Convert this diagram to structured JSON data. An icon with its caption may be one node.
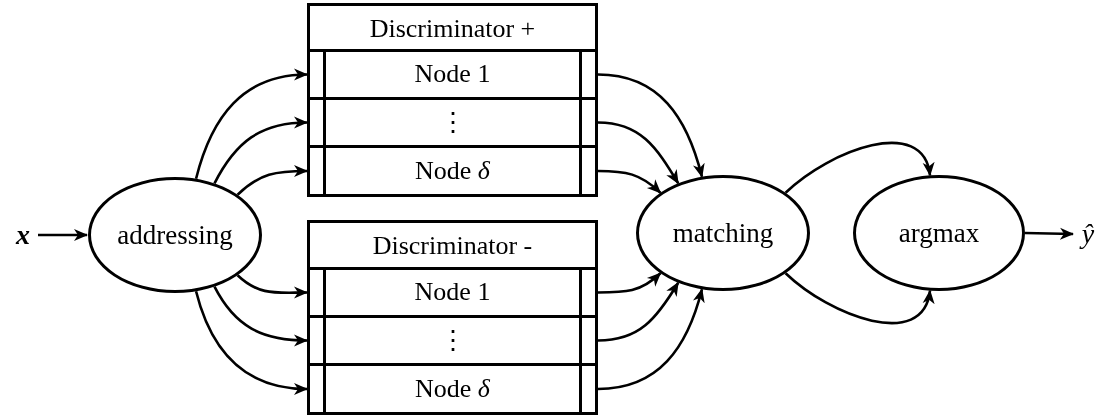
{
  "diagram": {
    "nodes": [
      {
        "text": [
          "x"
        ]
      },
      {
        "text": [
          "addressing"
        ]
      },
      {
        "text": [
          "Discriminator +"
        ]
      },
      {
        "text": [
          "Node 1"
        ],
        "in": 2
      },
      {
        "text": [
          "⋮"
        ],
        "in": 2
      },
      {
        "text": [
          "Node *δ*"
        ],
        "in": 2
      },
      {
        "text": [
          "Discriminator -"
        ]
      },
      {
        "text": [
          "Node 1"
        ],
        "in": 6
      },
      {
        "text": [
          "⋮"
        ],
        "in": 6
      },
      {
        "text": [
          "Node *δ*"
        ],
        "in": 6
      },
      {
        "text": [
          "matching"
        ]
      },
      {
        "text": [
          "argmax"
        ]
      },
      {
        "text": [
          "ŷ"
        ]
      }
    ],
    "edges": [
      {
        "from": 0,
        "to": 1,
        "arrow": "to"
      },
      {
        "from": 1,
        "to": 3,
        "arrow": "to"
      },
      {
        "from": 1,
        "to": 4,
        "arrow": "to"
      },
      {
        "from": 1,
        "to": 5,
        "arrow": "to"
      },
      {
        "from": 1,
        "to": 7,
        "arrow": "to"
      },
      {
        "from": 1,
        "to": 8,
        "arrow": "to"
      },
      {
        "from": 1,
        "to": 9,
        "arrow": "to"
      },
      {
        "from": 3,
        "to": 10,
        "arrow": "to"
      },
      {
        "from": 4,
        "to": 10,
        "arrow": "to"
      },
      {
        "from": 5,
        "to": 10,
        "arrow": "to"
      },
      {
        "from": 7,
        "to": 10,
        "arrow": "to"
      },
      {
        "from": 8,
        "to": 10,
        "arrow": "to"
      },
      {
        "from": 9,
        "to": 10,
        "arrow": "to"
      },
      {
        "from": 10,
        "to": 11,
        "arrow": "to"
      },
      {
        "from": 10,
        "to": 11,
        "arrow": "to"
      },
      {
        "from": 11,
        "to": 12,
        "arrow": "to"
      }
    ]
  }
}
